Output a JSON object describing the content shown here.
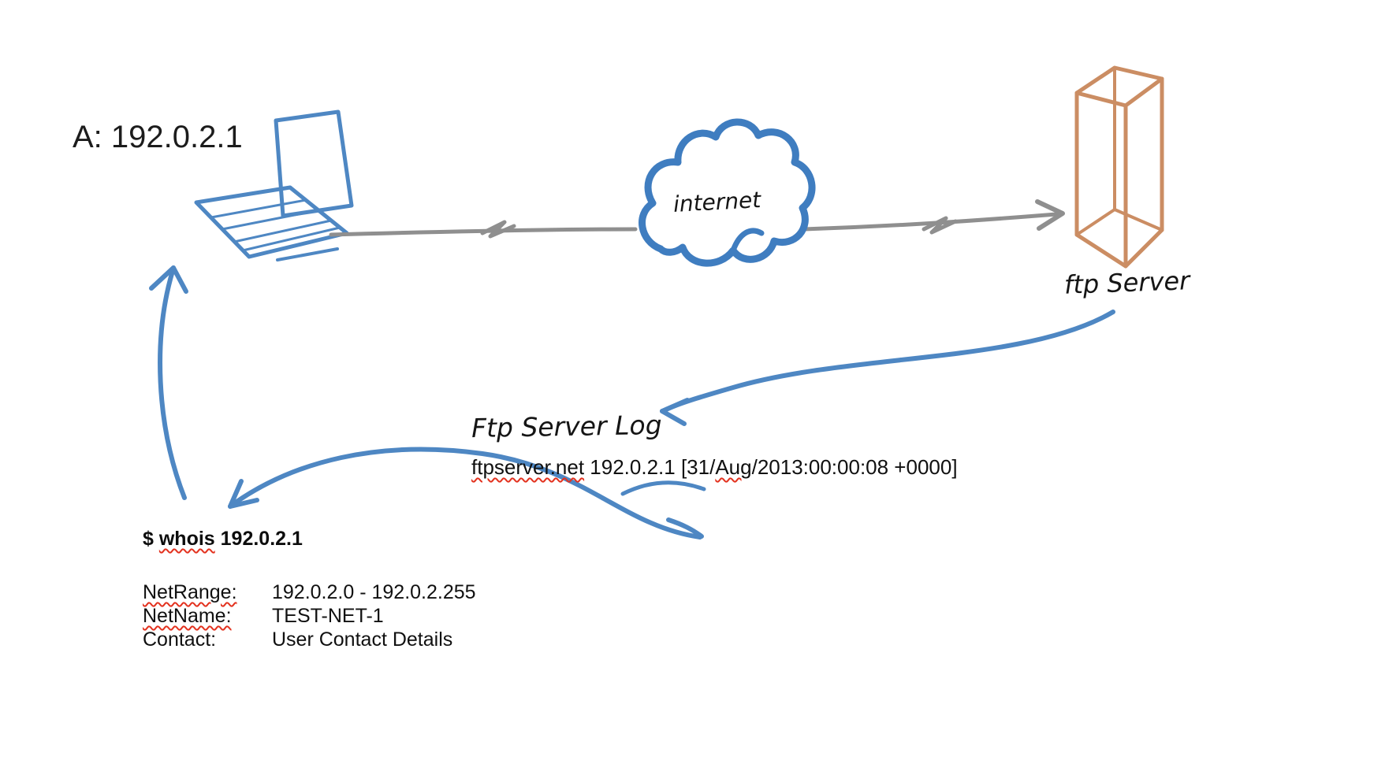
{
  "diagram": {
    "client": {
      "label": "A: 192.0.2.1"
    },
    "cloud": {
      "label": "internet"
    },
    "server": {
      "label": "ftp Server"
    },
    "log": {
      "title": "Ftp Server Log",
      "entry": {
        "host": "ftpserver.net",
        "mid": " 192.0.2.1 [31/",
        "month": "Aug",
        "rest": "/2013:00:00:08 +0000]"
      }
    },
    "whois": {
      "command": {
        "prompt": "$ ",
        "binary": "whois",
        "argument": " 192.0.2.1"
      },
      "output": [
        {
          "label": "NetRange:",
          "value": "192.0.2.0 - 192.0.2.255"
        },
        {
          "label": "NetName:",
          "value": "TEST-NET-1"
        },
        {
          "label": "Contact:",
          "value": "User Contact Details"
        }
      ]
    },
    "colors": {
      "sketch_blue": "#4e87c3",
      "sketch_orange": "#cb8d63",
      "connector_gray": "#8f8f8f",
      "misspell_red": "#e3321f"
    }
  }
}
